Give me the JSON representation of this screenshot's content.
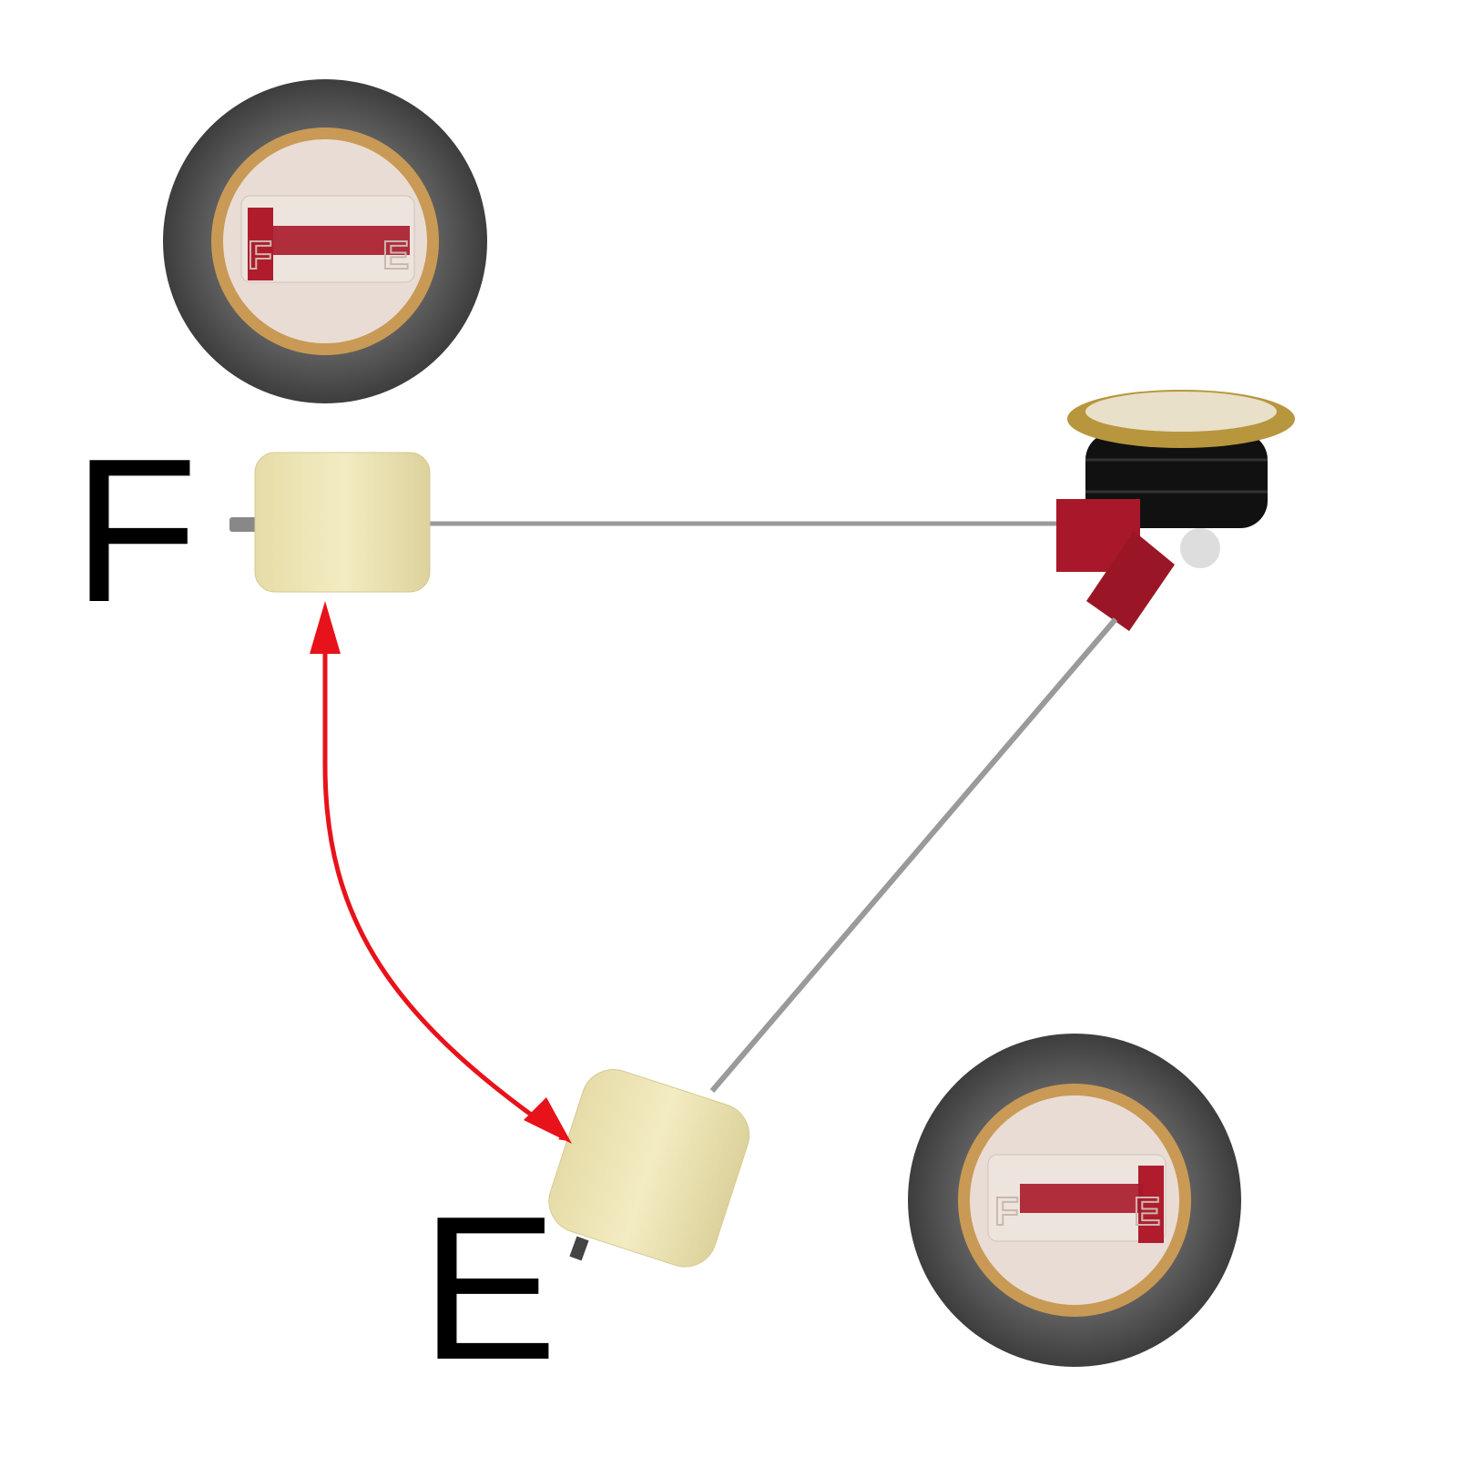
{
  "labels": {
    "full": "F",
    "empty": "E"
  },
  "gauges": [
    {
      "position": "full",
      "scale_left": "F",
      "scale_right": "E",
      "pointer_level": 1.0
    },
    {
      "position": "empty",
      "scale_left": "F",
      "scale_right": "E",
      "pointer_level": 0.0
    }
  ],
  "colors": {
    "arrow": "#e8121a",
    "pointer": "#a8182a",
    "float": "#efe6b4",
    "rod": "#9a9a9a",
    "brass": "#b8963e",
    "bezel": "#555555"
  }
}
